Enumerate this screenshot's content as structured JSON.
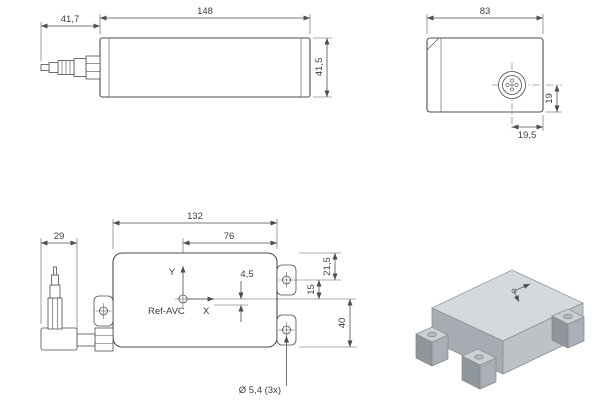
{
  "drawing_colors": {
    "line": "#4d4d4d",
    "text": "#3d3d3d",
    "iso_body": "#bdc2c6"
  },
  "side_view": {
    "dim_connector_length": "41,7",
    "dim_body_length": "148",
    "dim_height": "41,5"
  },
  "end_view": {
    "dim_width": "83",
    "dim_center_to_bottom": "19",
    "dim_center_to_edge": "19,5"
  },
  "top_view": {
    "dim_length": "132",
    "dim_ref_to_right": "76",
    "dim_connector": "29",
    "dim_offset": "4,5",
    "dim_top_to_hole": "21,5",
    "dim_hole_to_ref": "15",
    "dim_ref_to_bottom": "40",
    "hole_callout": "Ø 5,4 (3x)",
    "axis_y": "Y",
    "axis_x": "X",
    "ref_label": "Ref-AVC"
  }
}
